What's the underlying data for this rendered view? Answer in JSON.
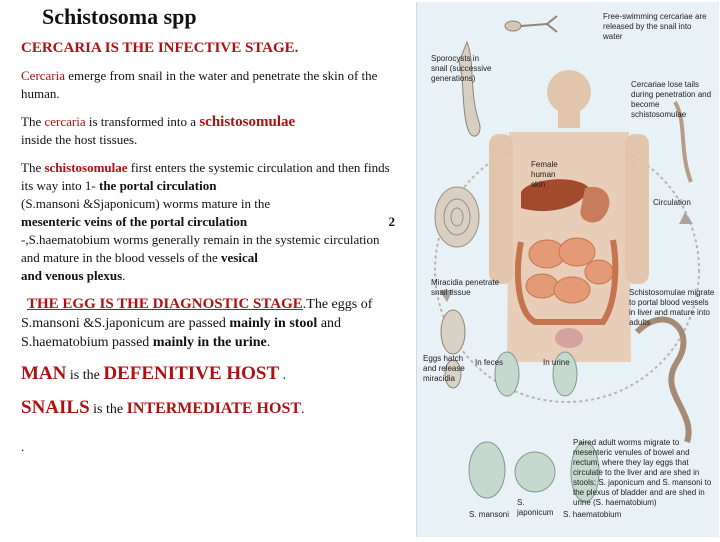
{
  "title": "Schistosoma spp",
  "heading1": "CERCARIA  IS THE INFECTIVE STAGE.",
  "para1": {
    "a": "Cercaria",
    "b": " emerge from  snail  in the water and penetrate the skin of the human."
  },
  "para2": {
    "a": "The ",
    "b": "cercaria",
    "c": " is transformed into a ",
    "d": "schistosomulae",
    "e": "inside the host tissues."
  },
  "para3": {
    "a": "The ",
    "b": "schistosomulae",
    "c": " first enters the systemic circulation and then finds its way into 1- ",
    "d": "the portal circulation",
    "e": "(S.mansoni &Sjaponicum) worms mature in the",
    "f": "mesenteric veins of the portal circulation",
    "g": "2",
    "h": "-,S.haematobium  worms generally remain in the systemic circulation and mature in the blood vessels of the ",
    "i": "vesical",
    "j": "and venous plexus",
    "k": "."
  },
  "heading2": "THE EGG IS  THE DIAGNOSTIC STAGE",
  "para4": {
    "a": ".The eggs of S.mansoni &S.japonicum are passed ",
    "b": "mainly in stool",
    "c": " and S.haematobium passed ",
    "d": "mainly in the urine",
    "e": "."
  },
  "host1": {
    "a": "MAN",
    "b": " is the ",
    "c": "DEFENITIVE HOST",
    "d": " ."
  },
  "host2": {
    "a": "SNAILS",
    "b": " is the ",
    "c": "INTERMEDIATE HOST",
    "d": "."
  },
  "footnote": ".",
  "figure": {
    "labels": {
      "free": "Free-swimming cercariae are released by the snail into water",
      "sporocysts": "Sporocysts in snail (successive generations)",
      "female": "Female human skin",
      "lose": "Cercariae lose tails during penetration and become schistosomulae",
      "circulation": "Circulation",
      "miracidia": "Miracidia penetrate snail tissue",
      "eggs": "Eggs hatch and release miracidia",
      "infeces": "In feces",
      "inurine": "In urine",
      "migrate": "Schistosomulae migrate to portal blood vessels in liver and mature into adults",
      "paired": "Paired adult worms migrate to mesenteric venules of bowel and rectum, where they lay eggs that circulate to the liver and are shed in stools; S. japonicum and S. mansoni to the plexus of bladder and are shed in urine (S. haematobium)",
      "smansoni": "S. mansoni",
      "sjaponicum": "S. japonicum",
      "shaematobium": "S. haematobium"
    }
  }
}
